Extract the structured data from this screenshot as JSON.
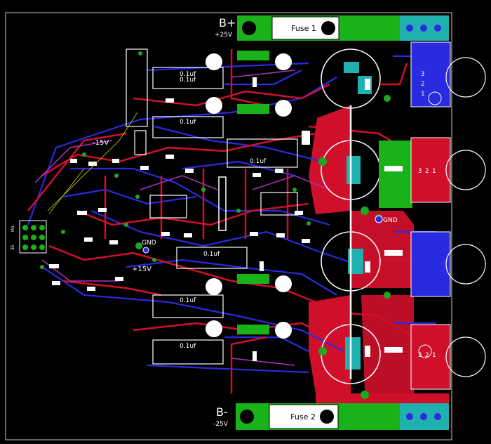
{
  "colors": {
    "background": "#000000",
    "top_copper": "#d0102a",
    "bottom_copper": "#2a2ae0",
    "silkscreen": "#ffffff",
    "fuse_pad": "#19b219",
    "connector": "#1fb0b0",
    "via": "#1ea81e",
    "outline": "#c8c8c8"
  },
  "labels": {
    "b_plus": "B+",
    "b_plus_volt": "+25V",
    "b_minus": "B-",
    "b_minus_volt": "-25V",
    "fuse1": "Fuse 1",
    "fuse2": "Fuse 2",
    "minus15": "-15V",
    "plus15": "+15V",
    "gnd_left": "GND",
    "gnd_right": "GND",
    "cap_1": "0.1uf",
    "cap_2": "0.1uf",
    "cap_3": "0.1uf",
    "cap_4": "0.1uf",
    "cap_5": "0.1uf",
    "cap_6": "0.1uf",
    "cap_7": "0.1uf",
    "in_label": "INL",
    "in_label2": "3E"
  },
  "transistor_pins": [
    "3",
    "2",
    "1"
  ]
}
